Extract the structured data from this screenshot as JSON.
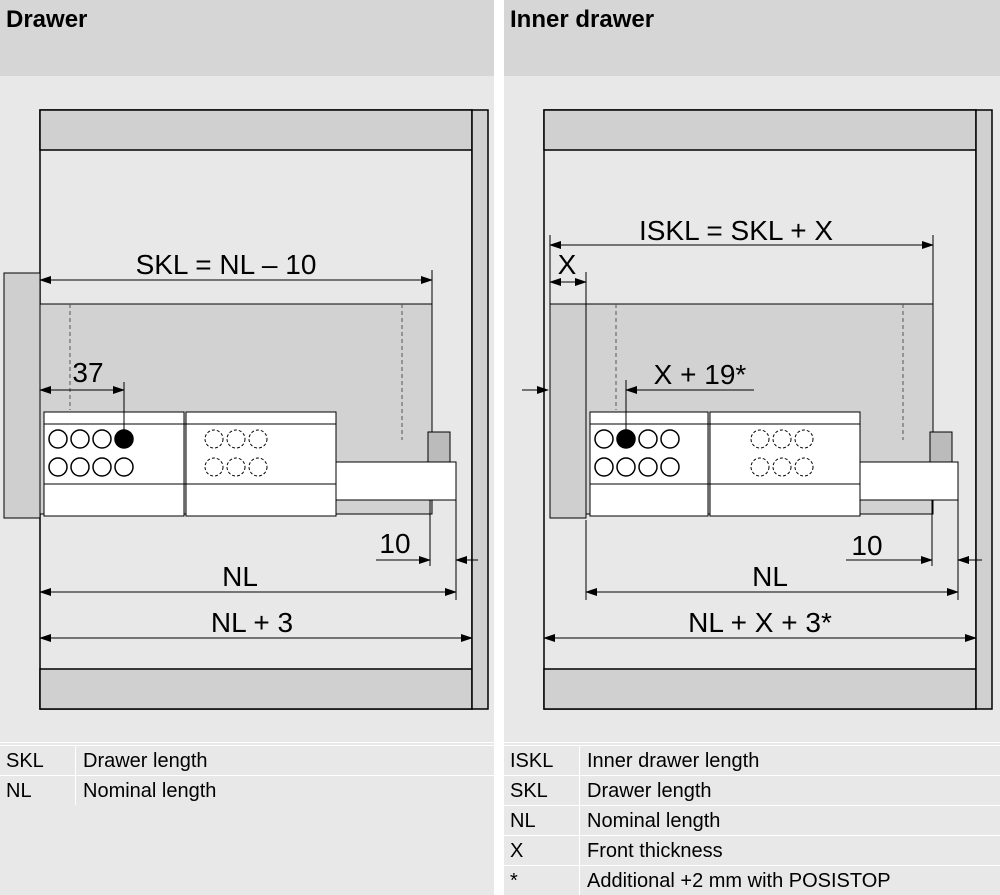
{
  "left_panel": {
    "title": "Drawer",
    "dim_skl": "SKL = NL – 10",
    "dim_37": "37",
    "dim_10": "10",
    "dim_nl": "NL",
    "dim_nl3": "NL + 3",
    "legend": [
      {
        "abbr": "SKL",
        "desc": "Drawer length"
      },
      {
        "abbr": "NL",
        "desc": "Nominal length"
      }
    ]
  },
  "right_panel": {
    "title": "Inner drawer",
    "dim_iskl": "ISKL = SKL + X",
    "dim_x": "X",
    "dim_x19": "X + 19*",
    "dim_10": "10",
    "dim_nl": "NL",
    "dim_nlx3": "NL + X + 3*",
    "legend": [
      {
        "abbr": "ISKL",
        "desc": "Inner drawer length"
      },
      {
        "abbr": "SKL",
        "desc": "Drawer length"
      },
      {
        "abbr": "NL",
        "desc": "Nominal length"
      },
      {
        "abbr": "X",
        "desc": "Front thickness"
      },
      {
        "abbr": "*",
        "desc": "Additional +2 mm with POSISTOP"
      }
    ]
  }
}
